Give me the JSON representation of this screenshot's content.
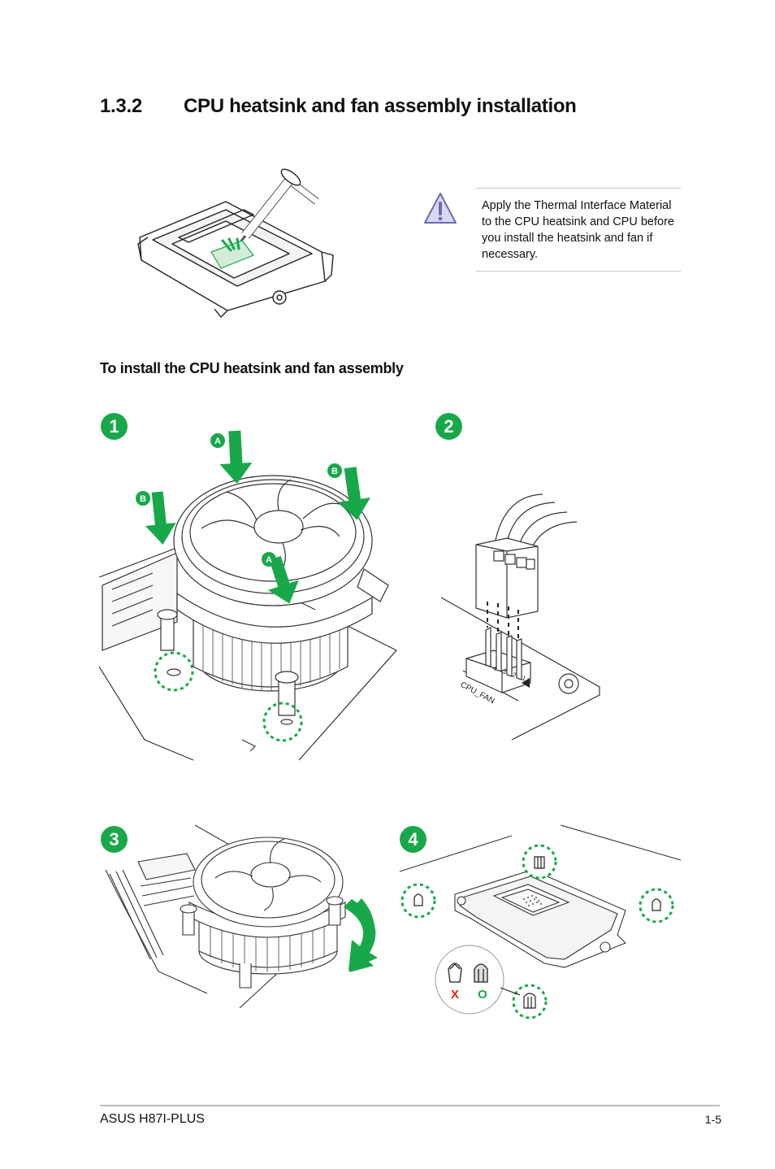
{
  "section": {
    "number": "1.3.2",
    "title": "CPU heatsink and fan assembly installation"
  },
  "note": {
    "icon": "warning-triangle-icon",
    "text": "Apply the Thermal Interface Material to the CPU heatsink and CPU before you install the heatsink and fan if necessary."
  },
  "subheading": "To install the CPU heatsink and fan assembly",
  "steps": [
    "1",
    "2",
    "3",
    "4"
  ],
  "step1": {
    "label_a": "A",
    "label_b": "B"
  },
  "step2": {
    "header_label": "CPU_FAN",
    "pin_4": "4",
    "pin_3": "3",
    "pin_2": "2",
    "pin_1": "1"
  },
  "step4": {
    "wrong_mark": "X",
    "right_mark": "O"
  },
  "colors": {
    "accent_green": "#18a84a",
    "wrong_red": "#e2231a",
    "warning_purple": "#6a6cae"
  },
  "footer": {
    "left": "ASUS H87I-PLUS",
    "right": "1-5"
  }
}
